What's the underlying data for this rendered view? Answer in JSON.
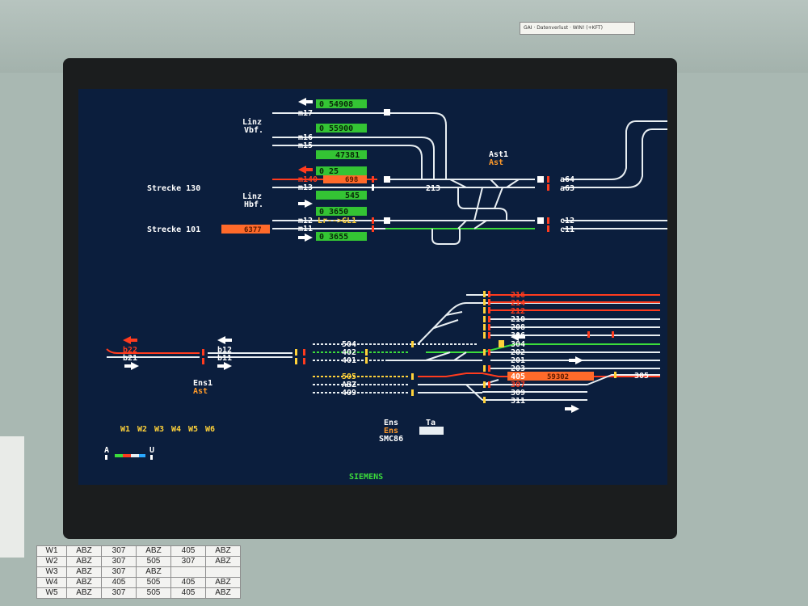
{
  "sticker_text": "GAI · Datenverlust · WIN! (+KFT)",
  "brand": "SIEMENS",
  "stations": {
    "linz_vbf": [
      "Linz",
      "Vbf."
    ],
    "linz_hbf": [
      "Linz",
      "Hbf."
    ],
    "strecke130": "Strecke 130",
    "strecke101": "Strecke 101",
    "strecke101_value": "6377",
    "ast1": "Ast1",
    "ast": "Ast",
    "ens1": "Ens1",
    "ens1_ast": "Ast",
    "ens": "Ens",
    "ens2": "Ens",
    "smc": "SMC86",
    "ta": "Ta"
  },
  "upper_tracks": [
    {
      "label": "m17",
      "value": "0 54908"
    },
    {
      "label": "m16",
      "value": "0 55900"
    },
    {
      "label": "m15",
      "value": "47381"
    },
    {
      "label": "m140",
      "value": "0 25",
      "value2": "698"
    },
    {
      "label": "m13",
      "value": "545"
    },
    {
      "label": "m12",
      "value": "0 3650",
      "route": "Lr-->GL1"
    },
    {
      "label": "m11",
      "value": "0 3655"
    }
  ],
  "upper_right": [
    "a64",
    "a63",
    "c12",
    "c11"
  ],
  "switch_213": "213",
  "lower_left": [
    "b22",
    "b21",
    "b12",
    "b11"
  ],
  "lower_mid": [
    "504",
    "402",
    "401",
    "505",
    "ABZ",
    "409"
  ],
  "lower_right": [
    "216",
    "214",
    "212",
    "210",
    "208",
    "306",
    "304",
    "202",
    "201",
    "203",
    "405",
    "307",
    "309",
    "311",
    "305"
  ],
  "train_405": "59302",
  "workstations": [
    "W1",
    "W2",
    "W3",
    "W4",
    "W5",
    "W6"
  ],
  "indicator_a": "A",
  "indicator_u": "U",
  "legend_table": [
    [
      "W1",
      "ABZ",
      "307",
      "ABZ",
      "405",
      "ABZ"
    ],
    [
      "W2",
      "ABZ",
      "307",
      "505",
      "307",
      "ABZ"
    ],
    [
      "W3",
      "ABZ",
      "307",
      "ABZ",
      "",
      ""
    ],
    [
      "W4",
      "ABZ",
      "405",
      "505",
      "405",
      "ABZ"
    ],
    [
      "W5",
      "ABZ",
      "307",
      "505",
      "405",
      "ABZ"
    ]
  ],
  "colors": {
    "screen_bg": "#0b1e3d",
    "track": "#e8eef2",
    "active_green": "#3bdc3b",
    "occupied_red": "#ff3b1e",
    "amber": "#ffd23a",
    "label_orange": "#ff9a2a",
    "box_green": "#34c434",
    "box_orange": "#ff6a2a"
  }
}
